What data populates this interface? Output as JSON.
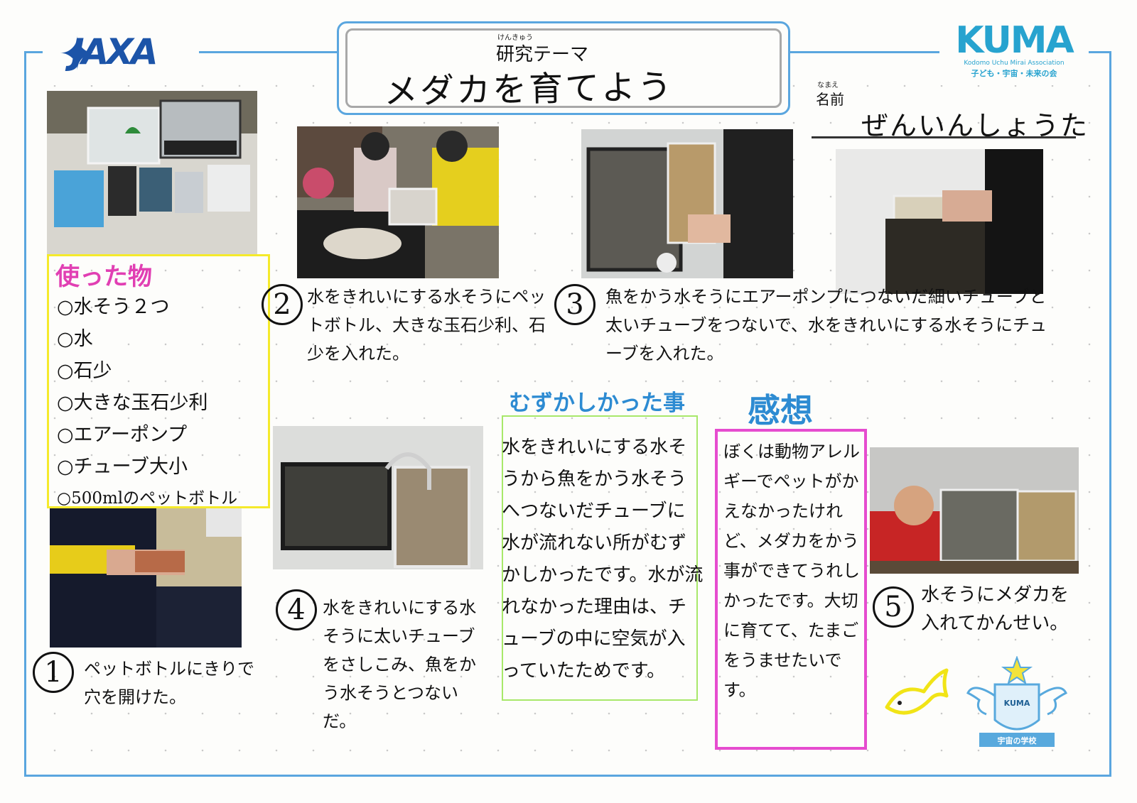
{
  "header": {
    "theme_ruby": "けんきゅう",
    "theme_label": "研究テーマ",
    "theme_title": "メダカを育てよう",
    "name_ruby": "なまえ",
    "name_label": "名前",
    "name_value": "ぜんいんしょうた"
  },
  "logos": {
    "left_text": "JAXA",
    "right_text": "KUMA",
    "right_subtitle": "Kodomo Uchu Mirai Association",
    "right_japanese": "子ども・宇宙・未来の会",
    "emblem_text": "KUMA",
    "emblem_banner": "宇宙の学校"
  },
  "materials": {
    "title": "使った物",
    "items": [
      "○水そう２つ",
      "○水",
      "○石少",
      "○大きな玉石少利",
      "○エアーポンプ",
      "○チューブ大小",
      "○500mlのペットボトル"
    ]
  },
  "steps": [
    {
      "number": "1",
      "text": "ペットボトルにきりで穴を開けた。"
    },
    {
      "number": "2",
      "text": "水をきれいにする水そうにペットボトル、大きな玉石少利、石少を入れた。"
    },
    {
      "number": "3",
      "text": "魚をかう水そうにエアーポンプにつないだ細いチューブと太いチューブをつないで、水をきれいにする水そうにチューブを入れた。"
    },
    {
      "number": "4",
      "text": "水をきれいにする水そうに太いチューブをさしこみ、魚をかう水そうとつないだ。"
    },
    {
      "number": "5",
      "text": "水そうにメダカを入れてかんせい。"
    }
  ],
  "difficulty": {
    "title": "むずかしかった事",
    "text": "水をきれいにする水そうから魚をかう水そうへつないだチューブに水が流れない所がむずかしかったです。水が流れなかった理由は、チューブの中に空気が入っていたためです。"
  },
  "impressions": {
    "title": "感想",
    "text": "ぼくは動物アレルギーでペットがかえなかったけれど、メダカをかう事ができてうれしかったです。大切に育てて、たまごをうませたいです。"
  },
  "colors": {
    "frame": "#5aa6df",
    "materials_border": "#f5ea2b",
    "materials_title": "#e13fb3",
    "difficulty_border": "#a8e86a",
    "impressions_border": "#e64ccf",
    "section_title": "#2d8bd2",
    "jaxa_blue": "#1c54a8",
    "kuma_blue": "#27a3cf"
  }
}
